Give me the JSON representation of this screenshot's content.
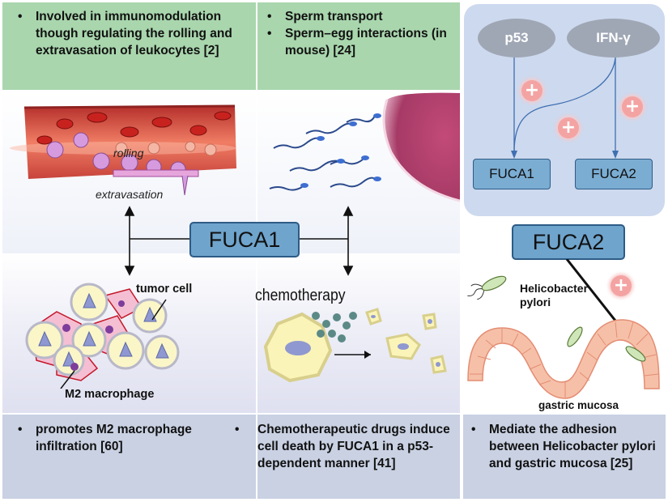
{
  "top_left_bullets": [
    "Involved in immunomodulation though regulating the rolling and extravasation of leukocytes [2]"
  ],
  "top_middle_bullets": [
    "Sperm transport",
    "Sperm–egg interactions (in mouse) [24]"
  ],
  "bottom_left_bullets": [
    "promotes M2 macrophage infiltration [60]"
  ],
  "bottom_middle_bullets": [
    "Chemotherapeutic drugs induce cell death by FUCA1 in a p53-dependent manner [41]"
  ],
  "bottom_right_bullets": [
    "Mediate the adhesion between Helicobacter pylori and gastric mucosa [25]"
  ],
  "bullet_char": "•",
  "labels": {
    "rolling": "rolling",
    "extravasation": "extravasation",
    "tumor_cell": "tumor cell",
    "m2_macrophage": "M2 macrophage",
    "chemotherapy": "chemotherapy",
    "helicobacter": "Helicobacter pylori",
    "gastric_mucosa": "gastric mucosa"
  },
  "center": {
    "fuca1": "FUCA1",
    "fuca2": "FUCA2"
  },
  "pathway": {
    "p53": "p53",
    "ifn": "IFN-γ",
    "fuca1": "FUCA1",
    "fuca2": "FUCA2",
    "plus": "+"
  },
  "colors": {
    "green_panel": "#a9d6ad",
    "bottom_panel": "#c9d1e3",
    "pathway_bg": "#cdd9ee",
    "fuca_fill": "#6fa4cc",
    "fuca_border": "#2d5b86",
    "ellipse": "#9fa7b5",
    "plus": "#f4a3a3"
  }
}
